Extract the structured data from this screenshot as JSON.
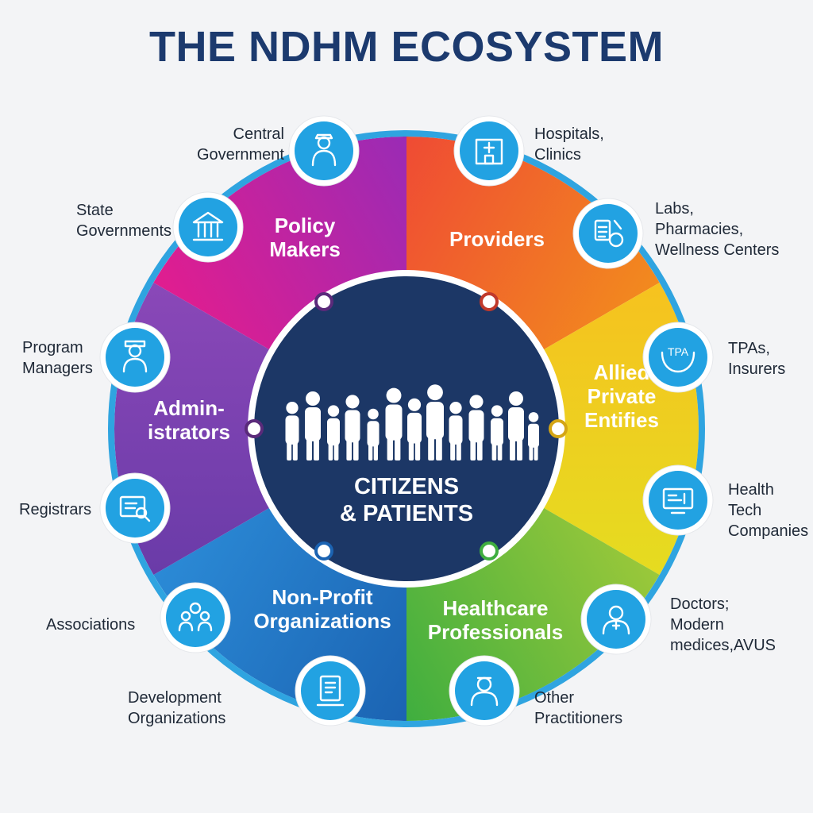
{
  "title": "THE NDHM ECOSYSTEM",
  "colors": {
    "ring": "#2fa4e0",
    "center": "#1c3766",
    "icon_fill": "#22a2e2",
    "title": "#1c3a6e"
  },
  "center": {
    "line1": "CITIZENS",
    "line2": "& PATIENTS",
    "icon": "crowd-of-people-icon"
  },
  "segments": [
    {
      "label": "Policy\nMakers",
      "color_a": "#e11d8f",
      "color_b": "#9a2bb5"
    },
    {
      "label": "Providers",
      "color_a": "#ef4b34",
      "color_b": "#f28a1e"
    },
    {
      "label": "Allied\nPrivate\nEntifies",
      "color_a": "#f6c21f",
      "color_b": "#e5dc20"
    },
    {
      "label": "Healthcare\nProfessionals",
      "color_a": "#9bc83a",
      "color_b": "#3fae3f"
    },
    {
      "label": "Non-Profit\nOrganizations",
      "color_a": "#1b63b2",
      "color_b": "#2b8ad6"
    },
    {
      "label": "Admin-\nistrators",
      "color_a": "#6a3ba8",
      "color_b": "#8a48b8"
    }
  ],
  "stakeholders": [
    {
      "label": "Central\nGovernment",
      "icon": "official-person-icon"
    },
    {
      "label": "Hospitals,\nClinics",
      "icon": "hospital-building-icon"
    },
    {
      "label": "State\nGovernments",
      "icon": "government-building-icon"
    },
    {
      "label": "Labs,\nPharmacies,\nWellness Centers",
      "icon": "lab-report-icon"
    },
    {
      "label": "TPAs,\nInsurers",
      "icon": "tpa-hands-icon",
      "icon_text": "TPA"
    },
    {
      "label": "Program\nManagers",
      "icon": "manager-person-icon"
    },
    {
      "label": "Health\nTech\nCompanies",
      "icon": "tech-dashboard-icon"
    },
    {
      "label": "Registrars",
      "icon": "registry-search-icon"
    },
    {
      "label": "Doctors;\nModern\nmedices,AVUS",
      "icon": "doctor-icon"
    },
    {
      "label": "Associations",
      "icon": "people-group-icon"
    },
    {
      "label": "Other\nPractitioners",
      "icon": "practitioner-icon"
    },
    {
      "label": "Development\nOrganizations",
      "icon": "development-document-icon"
    }
  ]
}
